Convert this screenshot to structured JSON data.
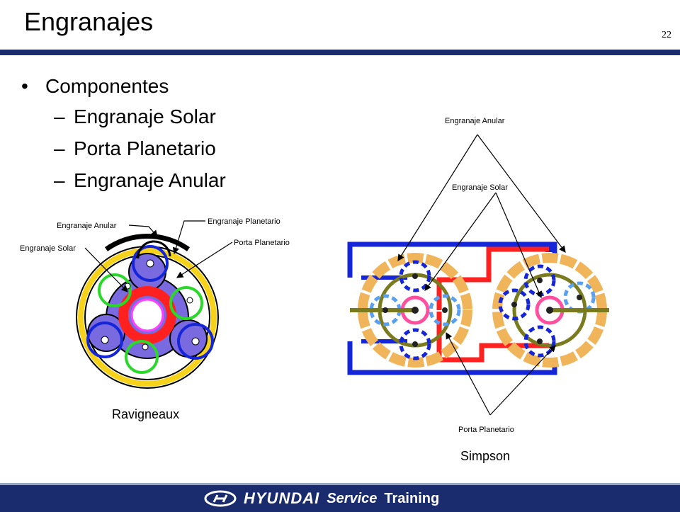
{
  "slide": {
    "title": "Engranajes",
    "page_number": "22"
  },
  "bullets": {
    "main": "Componentes",
    "subitems": [
      "Engranaje Solar",
      "Porta Planetario",
      "Engranaje Anular"
    ]
  },
  "ravigneaux": {
    "caption": "Ravigneaux",
    "labels": {
      "anular": "Engranaje Anular",
      "planetario": "Engranaje Planetario",
      "solar": "Engranaje Solar",
      "porta": "Porta Planetario"
    }
  },
  "simpson": {
    "caption": "Simpson",
    "labels": {
      "anular": "Engranaje Anular",
      "solar": "Engranaje Solar",
      "porta": "Porta Planetario"
    }
  },
  "footer": {
    "brand": "HYUNDAI",
    "service": "Service",
    "training": "Training"
  },
  "colors": {
    "navy": "#1a2b6e",
    "ring_yellow": "#f7d21a",
    "carrier_purple": "#7a6ae0",
    "sun_red": "#ff2020",
    "planet_green": "#2ad82a",
    "simpson_blue": "#1525d8",
    "simpson_orange": "#f0b55a",
    "simpson_olive": "#7a7a1e"
  }
}
